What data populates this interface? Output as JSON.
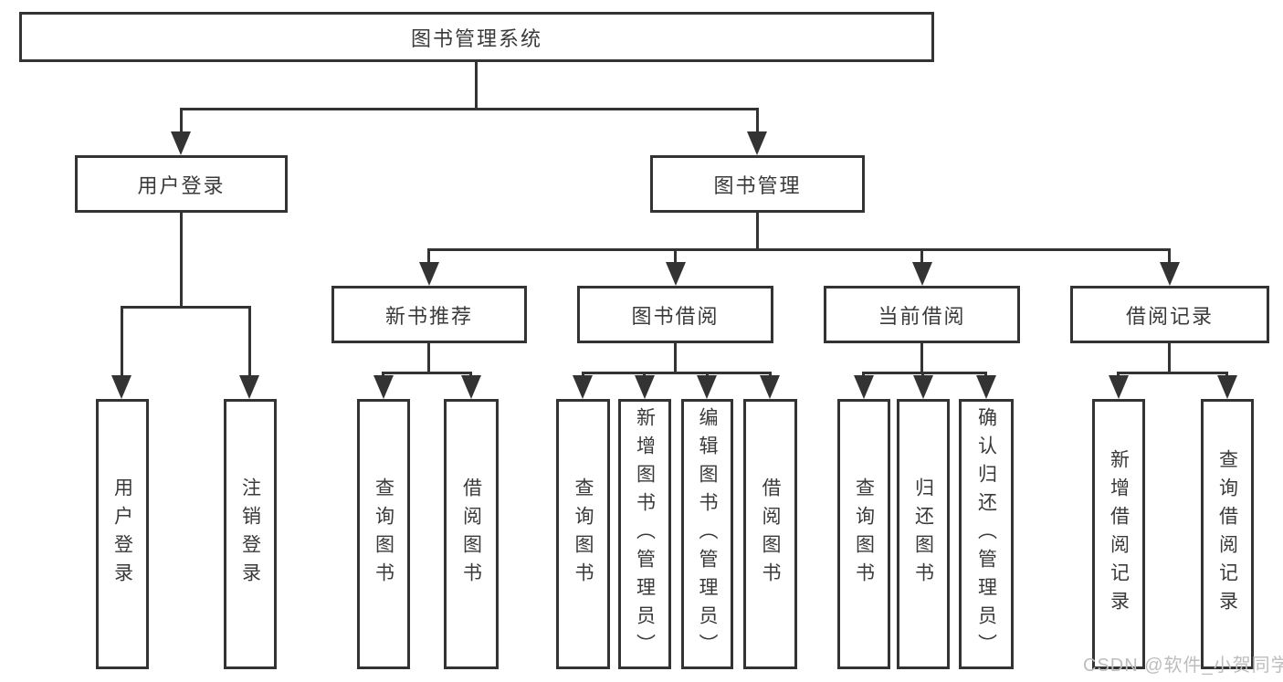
{
  "tree": {
    "label": "图书管理系统",
    "children": [
      {
        "label": "用户登录",
        "children": [
          {
            "label": "用户登录"
          },
          {
            "label": "注销登录"
          }
        ]
      },
      {
        "label": "图书管理",
        "children": [
          {
            "label": "新书推荐",
            "children": [
              {
                "label": "查询图书"
              },
              {
                "label": "借阅图书"
              }
            ]
          },
          {
            "label": "图书借阅",
            "children": [
              {
                "label": "查询图书"
              },
              {
                "label": "新增图书（管理员）"
              },
              {
                "label": "编辑图书（管理员）"
              },
              {
                "label": "借阅图书"
              }
            ]
          },
          {
            "label": "当前借阅",
            "children": [
              {
                "label": "查询图书"
              },
              {
                "label": "归还图书"
              },
              {
                "label": "确认归还（管理员）"
              }
            ]
          },
          {
            "label": "借阅记录",
            "children": [
              {
                "label": "新增借阅记录"
              },
              {
                "label": "查询借阅记录"
              }
            ]
          }
        ]
      }
    ]
  },
  "watermark": "CSDN @软件_小贺同学",
  "colors": {
    "line": "#333333",
    "text": "#3a3a3a",
    "watermark": "#bdbdbd",
    "background": "#ffffff"
  }
}
